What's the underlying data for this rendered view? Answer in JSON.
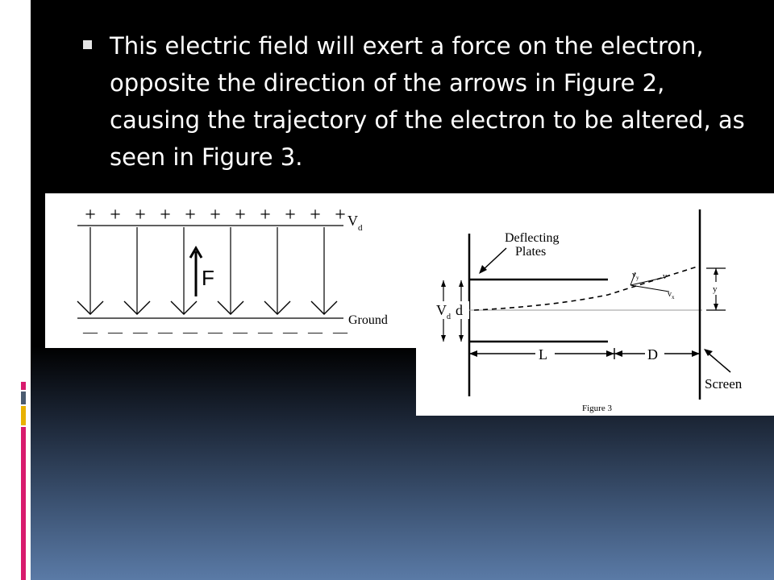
{
  "slide": {
    "bullet_text": "This electric field will exert a force on the electron, opposite the direction of the arrows in Figure 2, causing the trajectory of the electron to be altered, as seen in Figure 3."
  },
  "figure2": {
    "plus_signs": [
      "+",
      "+",
      "+",
      "+",
      "+",
      "+",
      "+",
      "+",
      "+",
      "+",
      "+"
    ],
    "minus_signs": [
      "—",
      "—",
      "—",
      "—",
      "—",
      "—",
      "—",
      "—",
      "—",
      "—",
      "—"
    ],
    "top_label_main": "V",
    "top_label_sub": "d",
    "bottom_label": "Ground",
    "force_label": "F"
  },
  "figure3": {
    "deflecting_label_1": "Deflecting",
    "deflecting_label_2": "Plates",
    "vd_main": "V",
    "vd_sub": "d",
    "d_label": "d",
    "vy_main": "v",
    "vy_sub": "y",
    "v_label": "v",
    "vx_main": "v",
    "vx_sub": "x",
    "y_label": "y",
    "L_label": "L",
    "D_label": "D",
    "screen_label": "Screen",
    "caption": "Figure 3"
  },
  "colors": {
    "background": "#000000",
    "text": "#ffffff",
    "accent_pink": "#d81b6e",
    "accent_gold": "#e8b100",
    "accent_gray": "#4b5b70"
  }
}
